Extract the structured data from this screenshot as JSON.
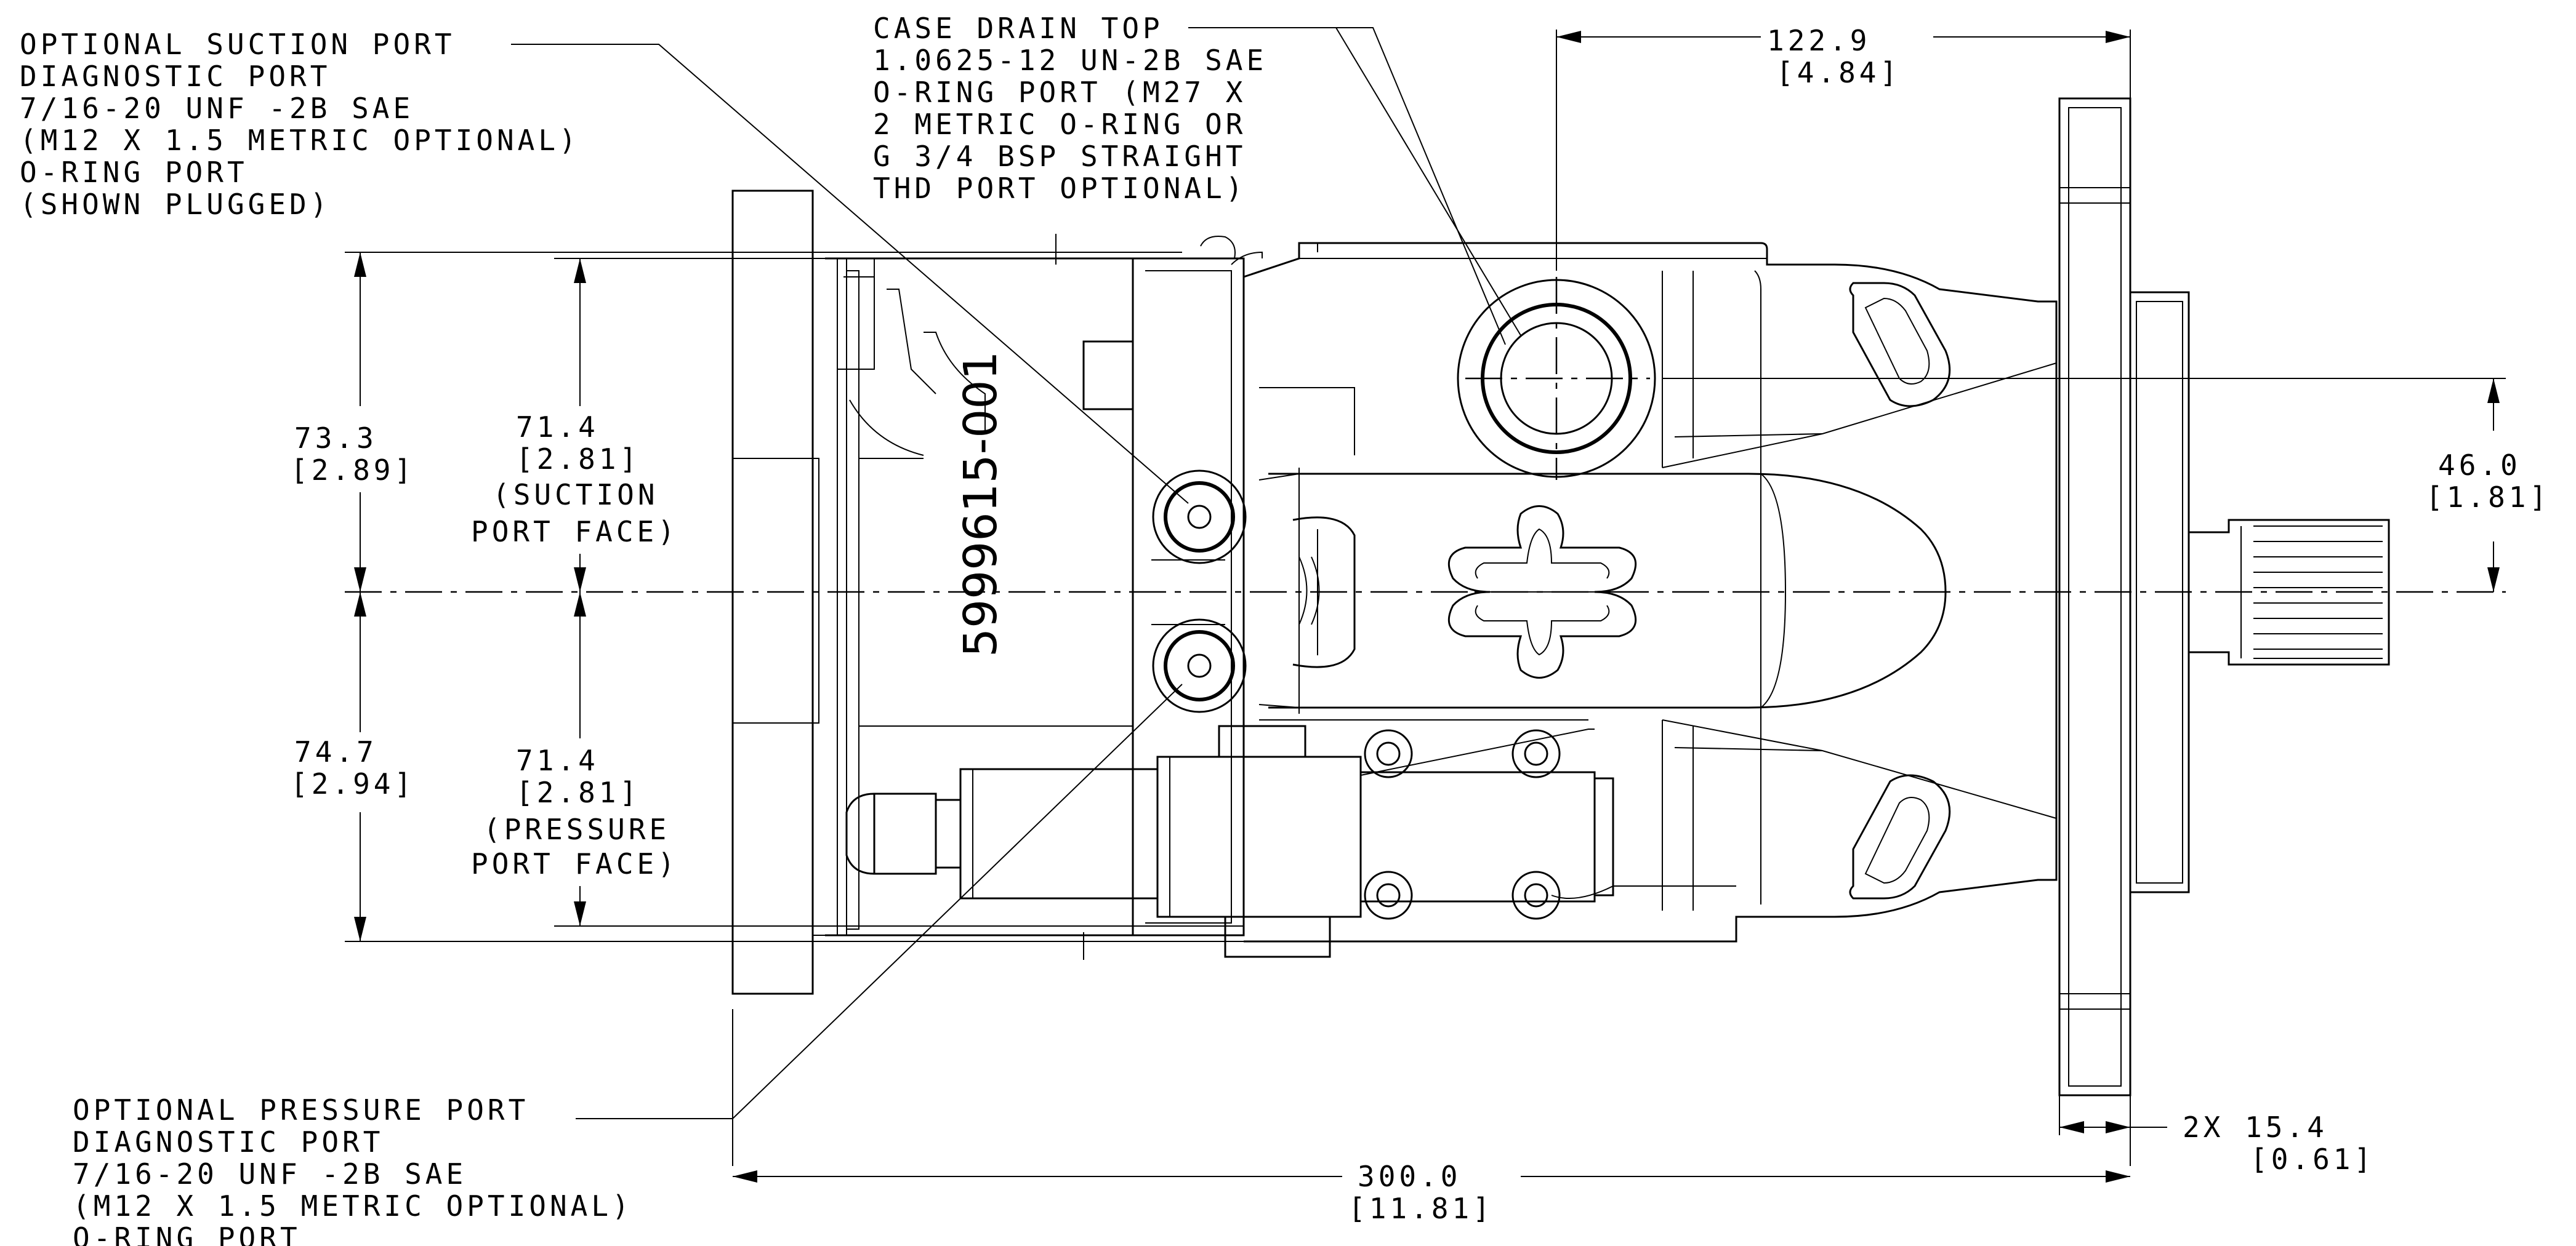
{
  "callouts": {
    "suction_port": {
      "lines": [
        "OPTIONAL SUCTION PORT",
        "DIAGNOSTIC PORT",
        "7/16-20 UNF -2B SAE",
        "(M12 X 1.5 METRIC OPTIONAL)",
        "O-RING PORT",
        "(SHOWN PLUGGED)"
      ]
    },
    "case_drain": {
      "lines": [
        "CASE DRAIN TOP",
        "1.0625-12 UN-2B SAE",
        "O-RING PORT (M27 X",
        "2 METRIC O-RING OR",
        "G 3/4 BSP STRAIGHT",
        "THD PORT OPTIONAL)"
      ]
    },
    "pressure_port": {
      "lines": [
        "OPTIONAL PRESSURE PORT",
        "DIAGNOSTIC PORT",
        "7/16-20 UNF -2B SAE",
        "(M12 X 1.5 METRIC OPTIONAL)",
        "O-RING PORT"
      ]
    }
  },
  "dimensions": {
    "top_offset": {
      "mm": "122.9",
      "in": "[4.84]"
    },
    "upper_total": {
      "mm": "73.3",
      "in": "[2.89]"
    },
    "suction_face": {
      "mm": "71.4",
      "in": "[2.81]",
      "label1": "(SUCTION",
      "label2": "PORT FACE)"
    },
    "lower_total": {
      "mm": "74.7",
      "in": "[2.94]"
    },
    "pressure_face": {
      "mm": "71.4",
      "in": "[2.81]",
      "label1": "(PRESSURE",
      "label2": "PORT FACE)"
    },
    "shaft_offset": {
      "mm": "46.0",
      "in": "[1.81]"
    },
    "flange_thickness": {
      "mm": "2X 15.4",
      "in": "[0.61]"
    },
    "overall_length": {
      "mm": "300.0",
      "in": "[11.81]"
    }
  },
  "part_number": "5999615-001"
}
